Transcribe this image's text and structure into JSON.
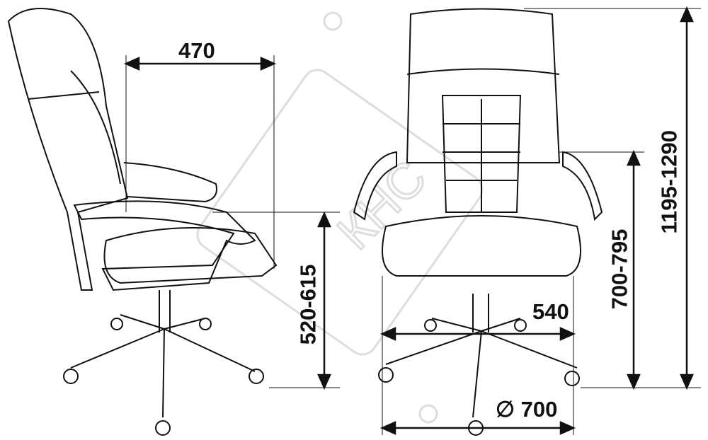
{
  "title": "Chair dimensions diagram",
  "watermark": "КНС",
  "dimensions": {
    "seat_depth": "470",
    "seat_height": "520-615",
    "armrest_height": "700-795",
    "total_height": "1195-1290",
    "seat_width": "540",
    "base_diameter": "∅ 700"
  },
  "colors": {
    "line": "#111111",
    "watermark": "#dddddd"
  }
}
